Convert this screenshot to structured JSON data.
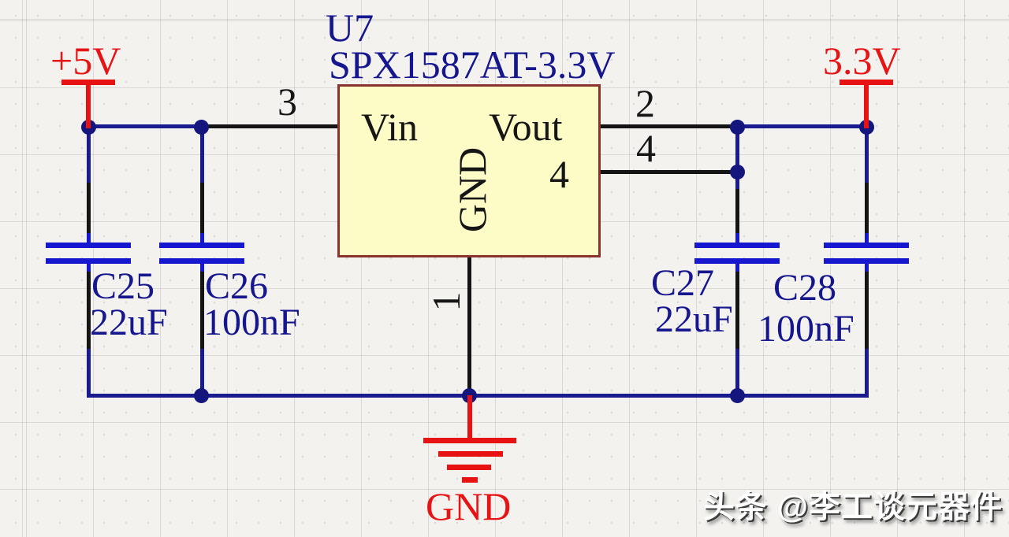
{
  "schematic": {
    "designator": "U7",
    "part_number": "SPX1587AT-3.3V",
    "ic_pins": {
      "vin_name": "Vin",
      "vout_name": "Vout",
      "gnd_name": "GND",
      "vout2_inner": "4"
    },
    "pin_numbers": {
      "input": "3",
      "output": "2",
      "output2": "4",
      "ground": "1"
    },
    "power_labels": {
      "input_rail": "+5V",
      "output_rail": "3.3V",
      "ground": "GND"
    },
    "capacitors": [
      {
        "ref": "C25",
        "value": "22uF"
      },
      {
        "ref": "C26",
        "value": "100nF"
      },
      {
        "ref": "C27",
        "value": "22uF"
      },
      {
        "ref": "C28",
        "value": "100nF"
      }
    ],
    "colors": {
      "wire": "#1b1b90",
      "component_pin": "#141414",
      "capacitor_plate": "#1717cf",
      "power_net": "#e81212",
      "ic_fill": "#fdfcc6",
      "ic_border": "#8a332c",
      "label": "#16168e"
    }
  },
  "watermark": {
    "text": "头条 @李工谈元器件"
  }
}
